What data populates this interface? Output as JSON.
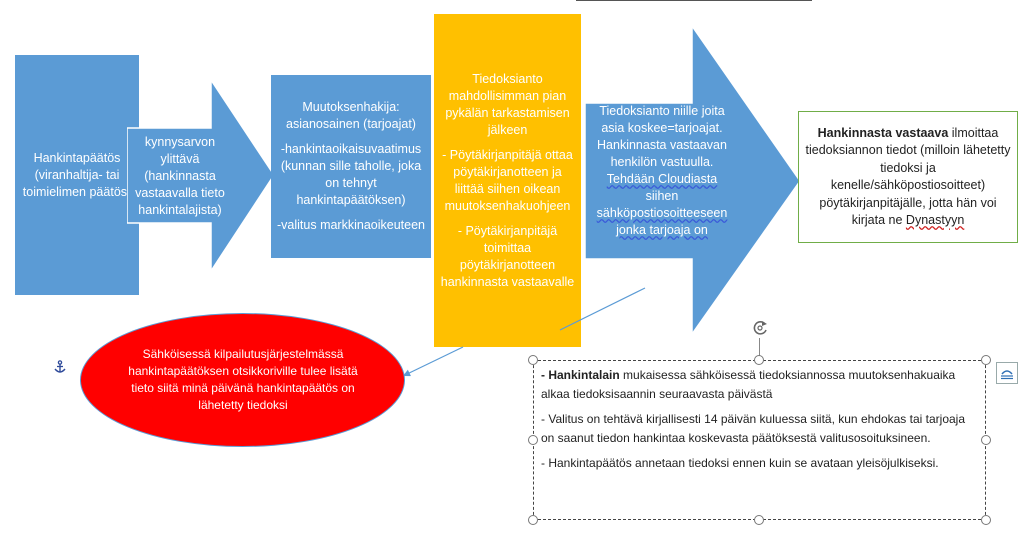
{
  "box1": {
    "text": "Hankintapäätös (viranhaltija- tai toimielimen päätös)"
  },
  "arrow1": {
    "text": "kynnysarvon ylittävä (hankinnasta vastaavalla tieto hankintalajista)"
  },
  "box3": {
    "p1": "Muutoksenhakija: asianosainen (tarjoajat)",
    "p2": "-hankintaoikaisuvaatimus (kunnan sille taholle, joka on tehnyt hankintapäätöksen)",
    "p3": "-valitus markkinaoikeuteen"
  },
  "box4": {
    "p1": "Tiedoksianto mahdollisimman pian pykälän tarkastamisen jälkeen",
    "p2": "- Pöytäkirjanpitäjä ottaa pöytäkirjanotteen ja liittää siihen oikean muutoksenhakuohjeen",
    "p3": "- Pöytäkirjanpitäjä toimittaa pöytäkirjanotteen hankinnasta vastaavalle"
  },
  "arrow5": {
    "line1": "Tiedoksianto niille joita asia koskee=tarjoajat. Hankinnasta vastaavan henkilön vastuulla.",
    "line2": "Tehdään Cloudiasta",
    "line3": "siihen",
    "line4": "sähköpostiosoitteeseen",
    "line5": "jonka tarjoaja on"
  },
  "box6": {
    "bold": "Hankinnasta vastaava",
    "rest": " ilmoittaa tiedoksiannon tiedot (milloin lähetetty tiedoksi ja kenelle/sähköpostiosoitteet) pöytäkirjanpitäjälle, jotta hän voi kirjata ne ",
    "last": "Dynastyyn"
  },
  "ellipse": {
    "text": "Sähköisessä kilpailutusjärjestelmässä hankintapäätöksen otsikkoriville tulee lisätä tieto siitä minä päivänä hankintapäätös on lähetetty tiedoksi"
  },
  "note": {
    "p1_bold": "- Hankintalain",
    "p1_rest": " mukaisessa sähköisessä tiedoksiannossa muutoksenhakuaika alkaa tiedoksisaannin seuraavasta päivästä",
    "p2": "- Valitus on tehtävä kirjallisesti 14 päivän kuluessa siitä, kun ehdokas tai tarjoaja on saanut tiedon hankintaa koskevasta päätöksestä valitusosoituksineen.",
    "p3": "- Hankintapäätös annetaan tiedoksi ennen kuin se avataan yleisöjulkiseksi."
  },
  "colors": {
    "blue": "#5b9bd5",
    "orange": "#ffc000",
    "red": "#ff0000",
    "green": "#70ad47"
  },
  "icons": [
    "anchor-icon",
    "rotate-handle-icon",
    "layout-options-icon"
  ]
}
